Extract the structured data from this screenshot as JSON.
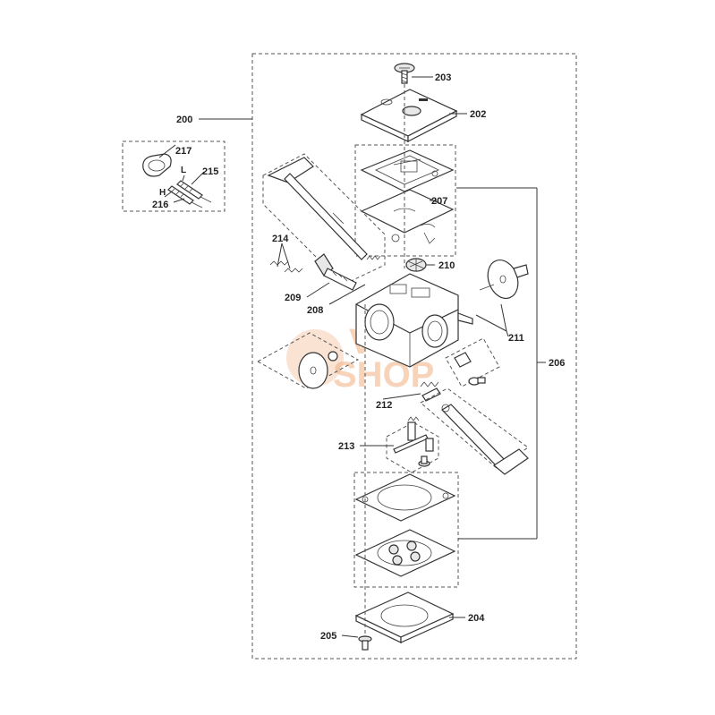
{
  "callouts": {
    "p200": "200",
    "p202": "202",
    "p203": "203",
    "p204": "204",
    "p205": "205",
    "p206": "206",
    "p207": "207",
    "p208": "208",
    "p209": "209",
    "p210": "210",
    "p211": "211",
    "p212": "212",
    "p213": "213",
    "p214": "214",
    "p215": "215",
    "p216": "216",
    "p217": "217",
    "mark_L": "L",
    "mark_H": "H"
  },
  "watermark": {
    "line1": "VS",
    "line2": "SHOP",
    "color": "#f0b080"
  },
  "colors": {
    "line": "#333333",
    "dash": "#555555",
    "background": "#ffffff"
  }
}
